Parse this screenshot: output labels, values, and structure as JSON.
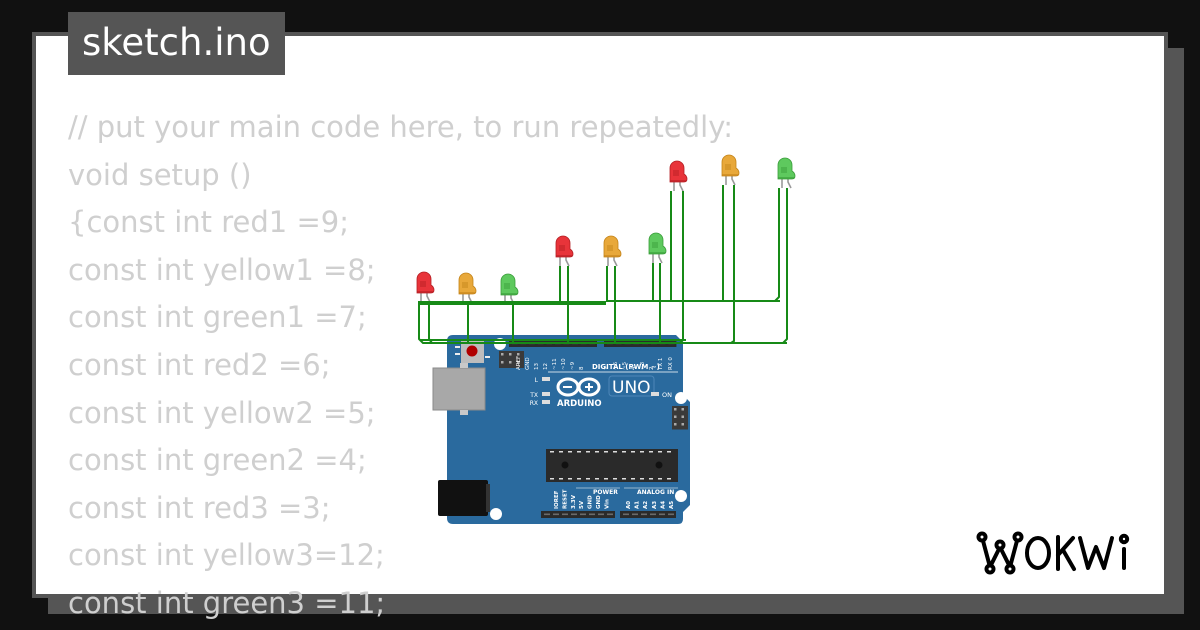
{
  "file_tab": {
    "label": "sketch.ino"
  },
  "code": {
    "lines": [
      "// put your main code here, to run repeatedly:",
      "void setup ()",
      "{const int red1 =9;",
      "const int yellow1 =8;",
      "const int green1 =7;",
      "const int red2 =6;",
      "const int yellow2 =5;",
      "const int green2 =4;",
      "const int red3 =3;",
      "const int yellow3=12;",
      "const int green3 =11;"
    ]
  },
  "circuit": {
    "board": {
      "name": "UNO",
      "brand": "ARDUINO",
      "digital_label": "DIGITAL (PWM ~)",
      "power_label": "POWER",
      "analog_label": "ANALOG IN",
      "on_label": "ON",
      "l_label": "L",
      "tx_label": "TX",
      "rx_label": "RX",
      "digital_pins": [
        "AREF",
        "GND",
        "13",
        "12",
        "~11",
        "~10",
        "~9",
        "8",
        "7",
        "~6",
        "~5",
        "4",
        "~3",
        "2",
        "TX 1",
        "RX 0"
      ],
      "power_pins": [
        "IOREF",
        "RESET",
        "3.3V",
        "5V",
        "GND",
        "GND",
        "Vin"
      ],
      "analog_pins": [
        "A0",
        "A1",
        "A2",
        "A3",
        "A4",
        "A5"
      ],
      "color": "#2a6a9e"
    },
    "leds": [
      {
        "id": "red1",
        "color": "red"
      },
      {
        "id": "yellow1",
        "color": "yellow"
      },
      {
        "id": "green1",
        "color": "green"
      },
      {
        "id": "red2",
        "color": "red"
      },
      {
        "id": "yellow2",
        "color": "yellow"
      },
      {
        "id": "green2",
        "color": "green"
      },
      {
        "id": "red3",
        "color": "red"
      },
      {
        "id": "yellow3",
        "color": "yellow"
      },
      {
        "id": "green3",
        "color": "green"
      }
    ],
    "led_colors": {
      "red": {
        "body": "#e8343a",
        "dark": "#b51f24"
      },
      "yellow": {
        "body": "#e8a83a",
        "dark": "#c4841a"
      },
      "green": {
        "body": "#5ec95e",
        "dark": "#3a9e3a"
      }
    },
    "wire_color": "#178a17"
  },
  "branding": {
    "logo_text": "WOKWi"
  }
}
